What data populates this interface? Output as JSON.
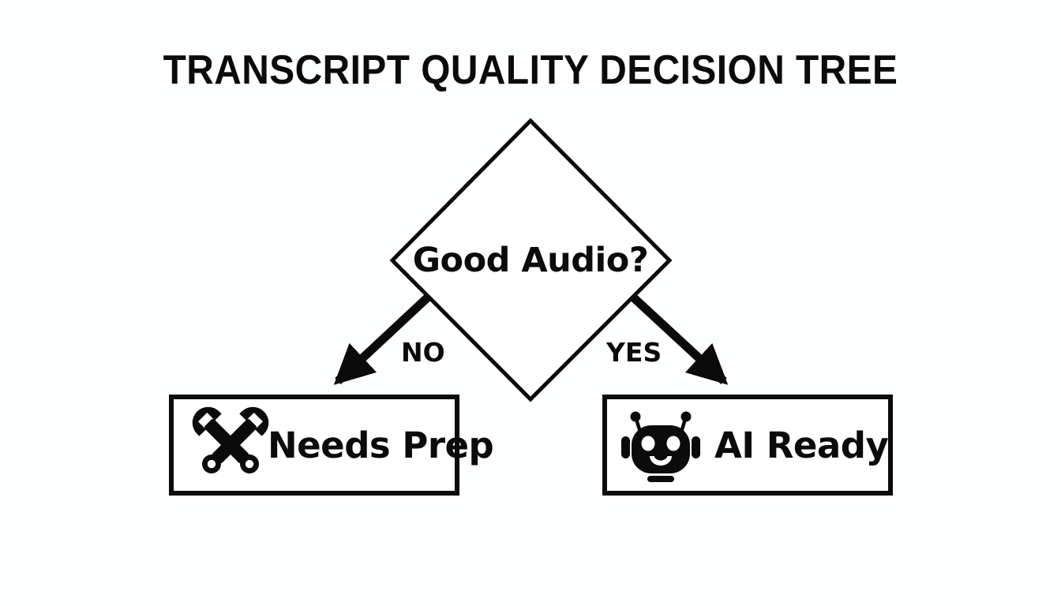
{
  "diagram": {
    "title": "TRANSCRIPT QUALITY DECISION TREE",
    "type": "decision-tree",
    "colors": {
      "background": "#fdfefe",
      "stroke": "#0b0b0b",
      "text": "#0b0b0b",
      "node_fill": "#ffffff"
    },
    "decision": {
      "label": "Good Audio?",
      "shape": "diamond"
    },
    "edges": [
      {
        "label": "NO",
        "from": "decision",
        "to": "outcome-needs-prep",
        "direction": "down-left"
      },
      {
        "label": "YES",
        "from": "decision",
        "to": "outcome-ai-ready",
        "direction": "down-right"
      }
    ],
    "outcomes": [
      {
        "label": "Needs Prep",
        "icon": "tools-wrench-icon",
        "shape": "rectangle",
        "branch": "NO"
      },
      {
        "label": "AI Ready",
        "icon": "robot-icon",
        "shape": "rectangle",
        "branch": "YES"
      }
    ]
  }
}
